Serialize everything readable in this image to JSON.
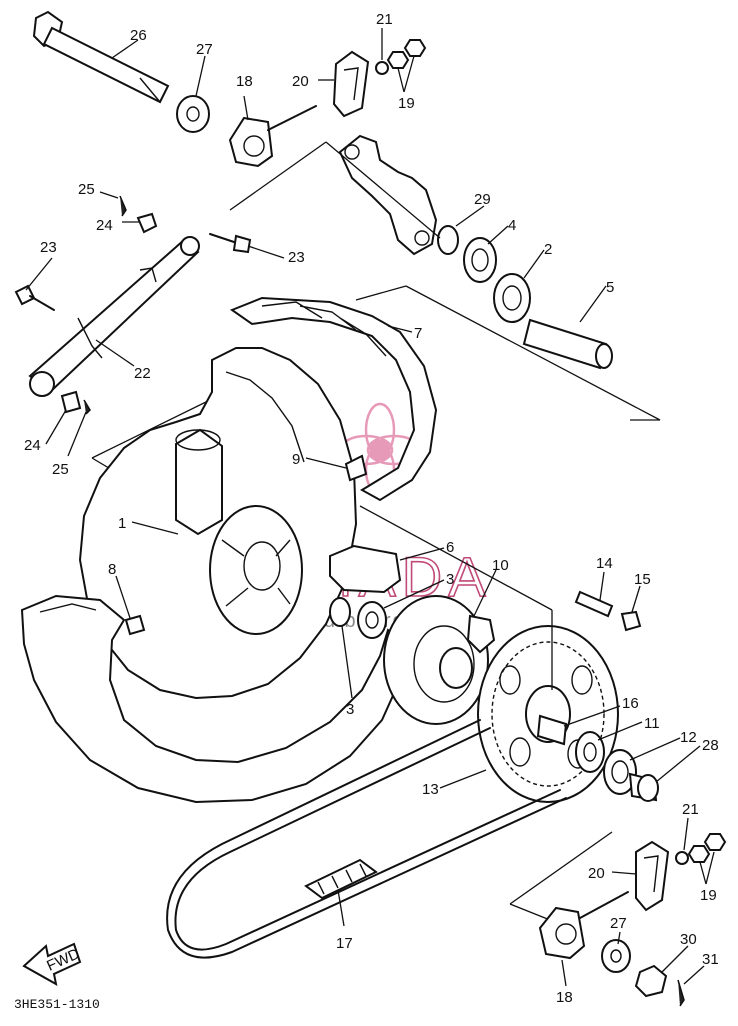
{
  "diagram": {
    "code": "3HE351-1310",
    "fwd_label": "FWD",
    "watermark": {
      "brand": "ARMADA",
      "tagline": "marine outboards"
    },
    "callouts": {
      "c1": "1",
      "c2": "2",
      "c3a": "3",
      "c3b": "3",
      "c4": "4",
      "c5": "5",
      "c6": "6",
      "c7": "7",
      "c8": "8",
      "c9": "9",
      "c10": "10",
      "c11": "11",
      "c12": "12",
      "c13": "13",
      "c14": "14",
      "c15": "15",
      "c16": "16",
      "c17": "17",
      "c18a": "18",
      "c18b": "18",
      "c19a": "19",
      "c19b": "19",
      "c20a": "20",
      "c20b": "20",
      "c21a": "21",
      "c21b": "21",
      "c22": "22",
      "c23a": "23",
      "c23b": "23",
      "c24a": "24",
      "c24b": "24",
      "c25a": "25",
      "c25b": "25",
      "c26": "26",
      "c27a": "27",
      "c27b": "27",
      "c28": "28",
      "c29": "29",
      "c30": "30",
      "c31": "31"
    }
  }
}
